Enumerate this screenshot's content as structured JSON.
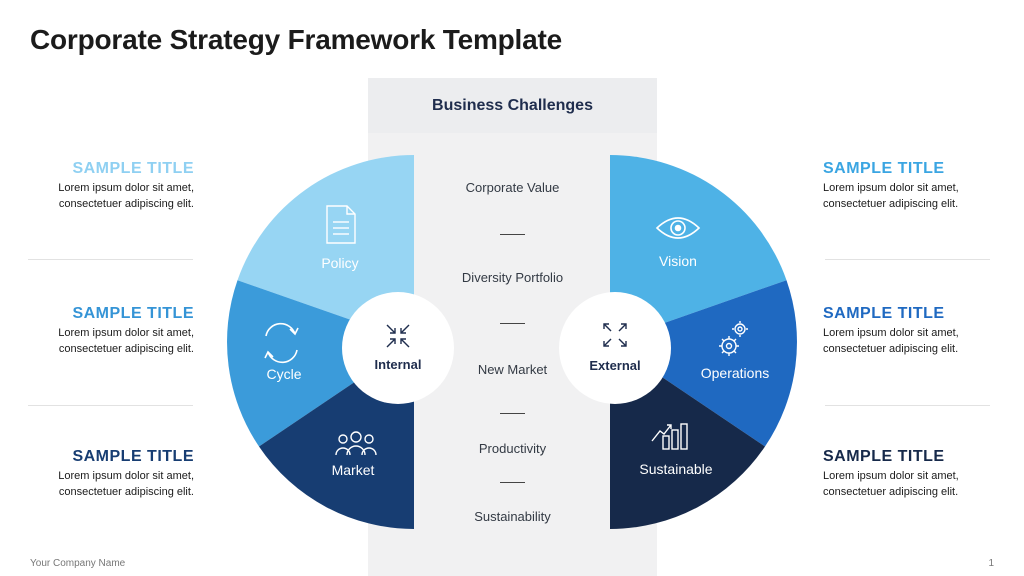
{
  "title": "Corporate Strategy Framework Template",
  "center": {
    "heading": "Business Challenges",
    "items": [
      "Corporate Value",
      "Diversity Portfolio",
      "New Market",
      "Productivity",
      "Sustainability"
    ]
  },
  "left_wheel": {
    "hub_label": "Internal",
    "hub_icon": "arrows-inward-icon",
    "segments": [
      {
        "label": "Policy",
        "icon": "document-icon",
        "color": "#97d5f3"
      },
      {
        "label": "Cycle",
        "icon": "cycle-arrows-icon",
        "color": "#3b9bda"
      },
      {
        "label": "Market",
        "icon": "people-group-icon",
        "color": "#173d72"
      }
    ]
  },
  "right_wheel": {
    "hub_label": "External",
    "hub_icon": "arrows-outward-icon",
    "segments": [
      {
        "label": "Vision",
        "icon": "eye-icon",
        "color": "#4eb2e6"
      },
      {
        "label": "Operations",
        "icon": "gears-icon",
        "color": "#1f69c1"
      },
      {
        "label": "Sustainable",
        "icon": "bar-chart-growth-icon",
        "color": "#16294a"
      }
    ]
  },
  "left_notes": [
    {
      "title": "SAMPLE  TITLE",
      "body_line1": "Lorem ipsum dolor sit amet,",
      "body_line2": "consectetuer adipiscing elit.",
      "color": "#8fd0f2"
    },
    {
      "title": "SAMPLE  TITLE",
      "body_line1": "Lorem ipsum dolor sit amet,",
      "body_line2": "consectetuer adipiscing elit.",
      "color": "#3594d6"
    },
    {
      "title": "SAMPLE  TITLE",
      "body_line1": "Lorem ipsum dolor sit amet,",
      "body_line2": "consectetuer adipiscing elit.",
      "color": "#173d72"
    }
  ],
  "right_notes": [
    {
      "title": "SAMPLE  TITLE",
      "body_line1": "Lorem ipsum dolor sit amet,",
      "body_line2": "consectetuer adipiscing elit.",
      "color": "#3aa5e2"
    },
    {
      "title": "SAMPLE  TITLE",
      "body_line1": "Lorem ipsum dolor sit amet,",
      "body_line2": "consectetuer adipiscing elit.",
      "color": "#1f69c1"
    },
    {
      "title": "SAMPLE  TITLE",
      "body_line1": "Lorem ipsum dolor sit amet,",
      "body_line2": "consectetuer adipiscing elit.",
      "color": "#16294a"
    }
  ],
  "footer": {
    "company": "Your Company Name",
    "page": "1"
  }
}
